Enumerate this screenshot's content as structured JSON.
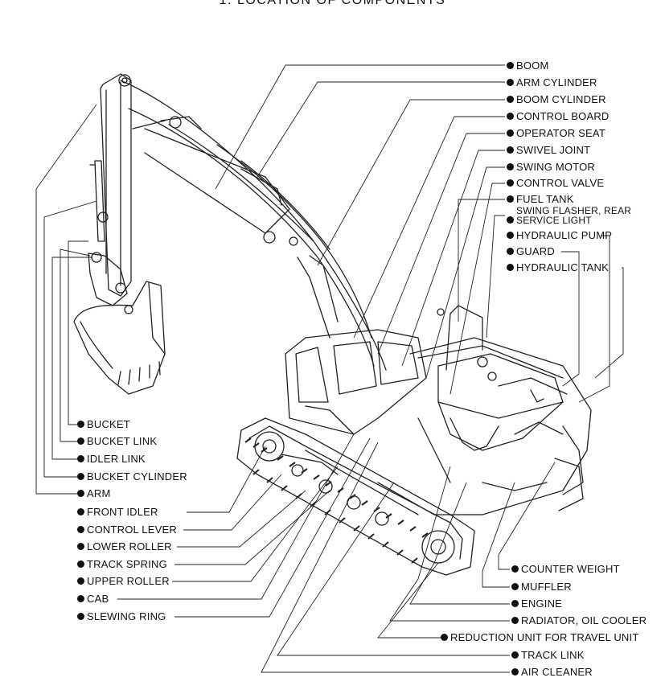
{
  "title": "1. LOCATION OF COMPONENTS",
  "labels_right": [
    "BOOM",
    "ARM CYLINDER",
    "BOOM CYLINDER",
    "CONTROL BOARD",
    "OPERATOR SEAT",
    "SWIVEL JOINT",
    "SWING MOTOR",
    "CONTROL VALVE",
    "FUEL TANK",
    "SWING FLASHER, REAR",
    "SERVICE LIGHT",
    "HYDRAULIC PUMP",
    "GUARD",
    "HYDRAULIC TANK"
  ],
  "labels_left": [
    "BUCKET",
    "BUCKET LINK",
    "IDLER LINK",
    "BUCKET CYLINDER",
    "ARM",
    "FRONT IDLER",
    "CONTROL LEVER",
    "LOWER ROLLER",
    "TRACK SPRING",
    "UPPER ROLLER",
    "CAB",
    "SLEWING RING"
  ],
  "labels_bottom": [
    "COUNTER WEIGHT",
    "MUFFLER",
    "ENGINE",
    "RADIATOR, OIL COOLER",
    "REDUCTION UNIT FOR TRAVEL UNIT",
    "TRACK LINK",
    "AIR CLEANER"
  ]
}
